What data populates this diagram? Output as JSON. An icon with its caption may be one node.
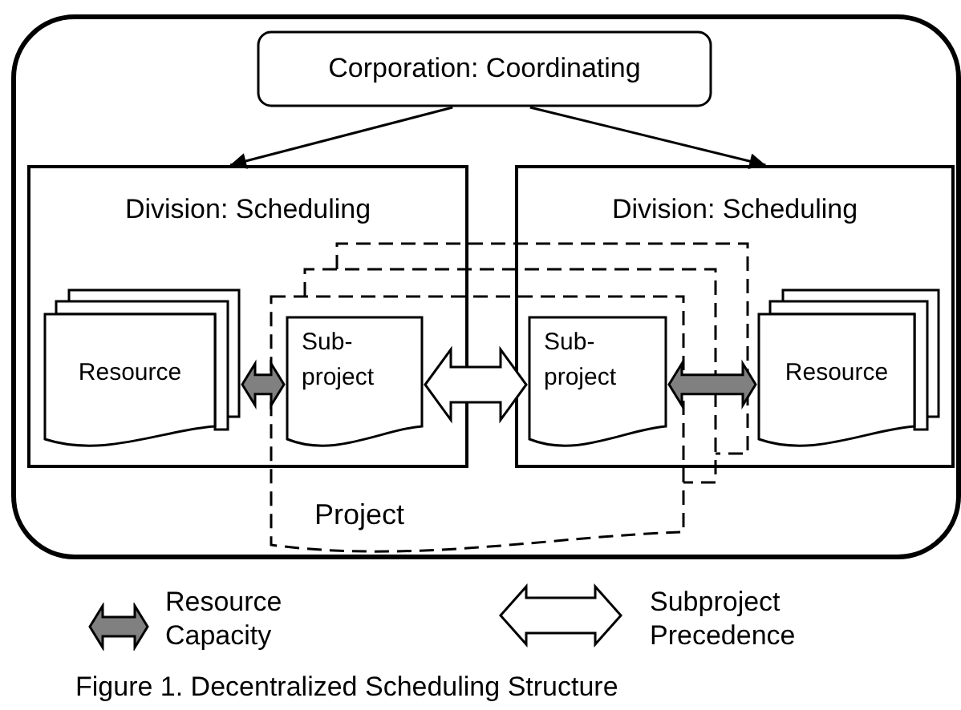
{
  "diagram": {
    "caption": "Figure 1. Decentralized Scheduling Structure",
    "nodes": [
      {
        "text": [],
        "shape": "box"
      },
      {
        "text": [
          "Corporation: Coordinating"
        ],
        "in": 0
      },
      {
        "text": [
          "Division: Scheduling"
        ],
        "in": 0
      },
      {
        "text": [
          "Division: Scheduling"
        ],
        "in": 0
      },
      {
        "text": [
          "Project"
        ],
        "in": 0
      },
      {
        "text": [
          "Resource"
        ],
        "in": 2
      },
      {
        "text": [
          "Sub- project"
        ]
      },
      {
        "text": [
          "Sub- project"
        ]
      },
      {
        "text": [
          "Resource"
        ],
        "in": 3
      }
    ],
    "edges": [
      {
        "from": 1,
        "to": 2,
        "arrow": "to"
      },
      {
        "from": 1,
        "to": 3,
        "arrow": "to"
      },
      {
        "from": 5,
        "to": 6,
        "arrow": "both",
        "style": "thick",
        "color": "#808080"
      },
      {
        "from": 6,
        "to": 7,
        "arrow": "both",
        "style": "thick",
        "color": "#ffffff"
      },
      {
        "from": 7,
        "to": 8,
        "arrow": "both",
        "style": "thick",
        "color": "#808080"
      }
    ],
    "legend": [
      {
        "text": "Resource Capacity",
        "color": "#808080"
      },
      {
        "text": "Subproject Precedence",
        "color": "#ffffff"
      }
    ]
  }
}
